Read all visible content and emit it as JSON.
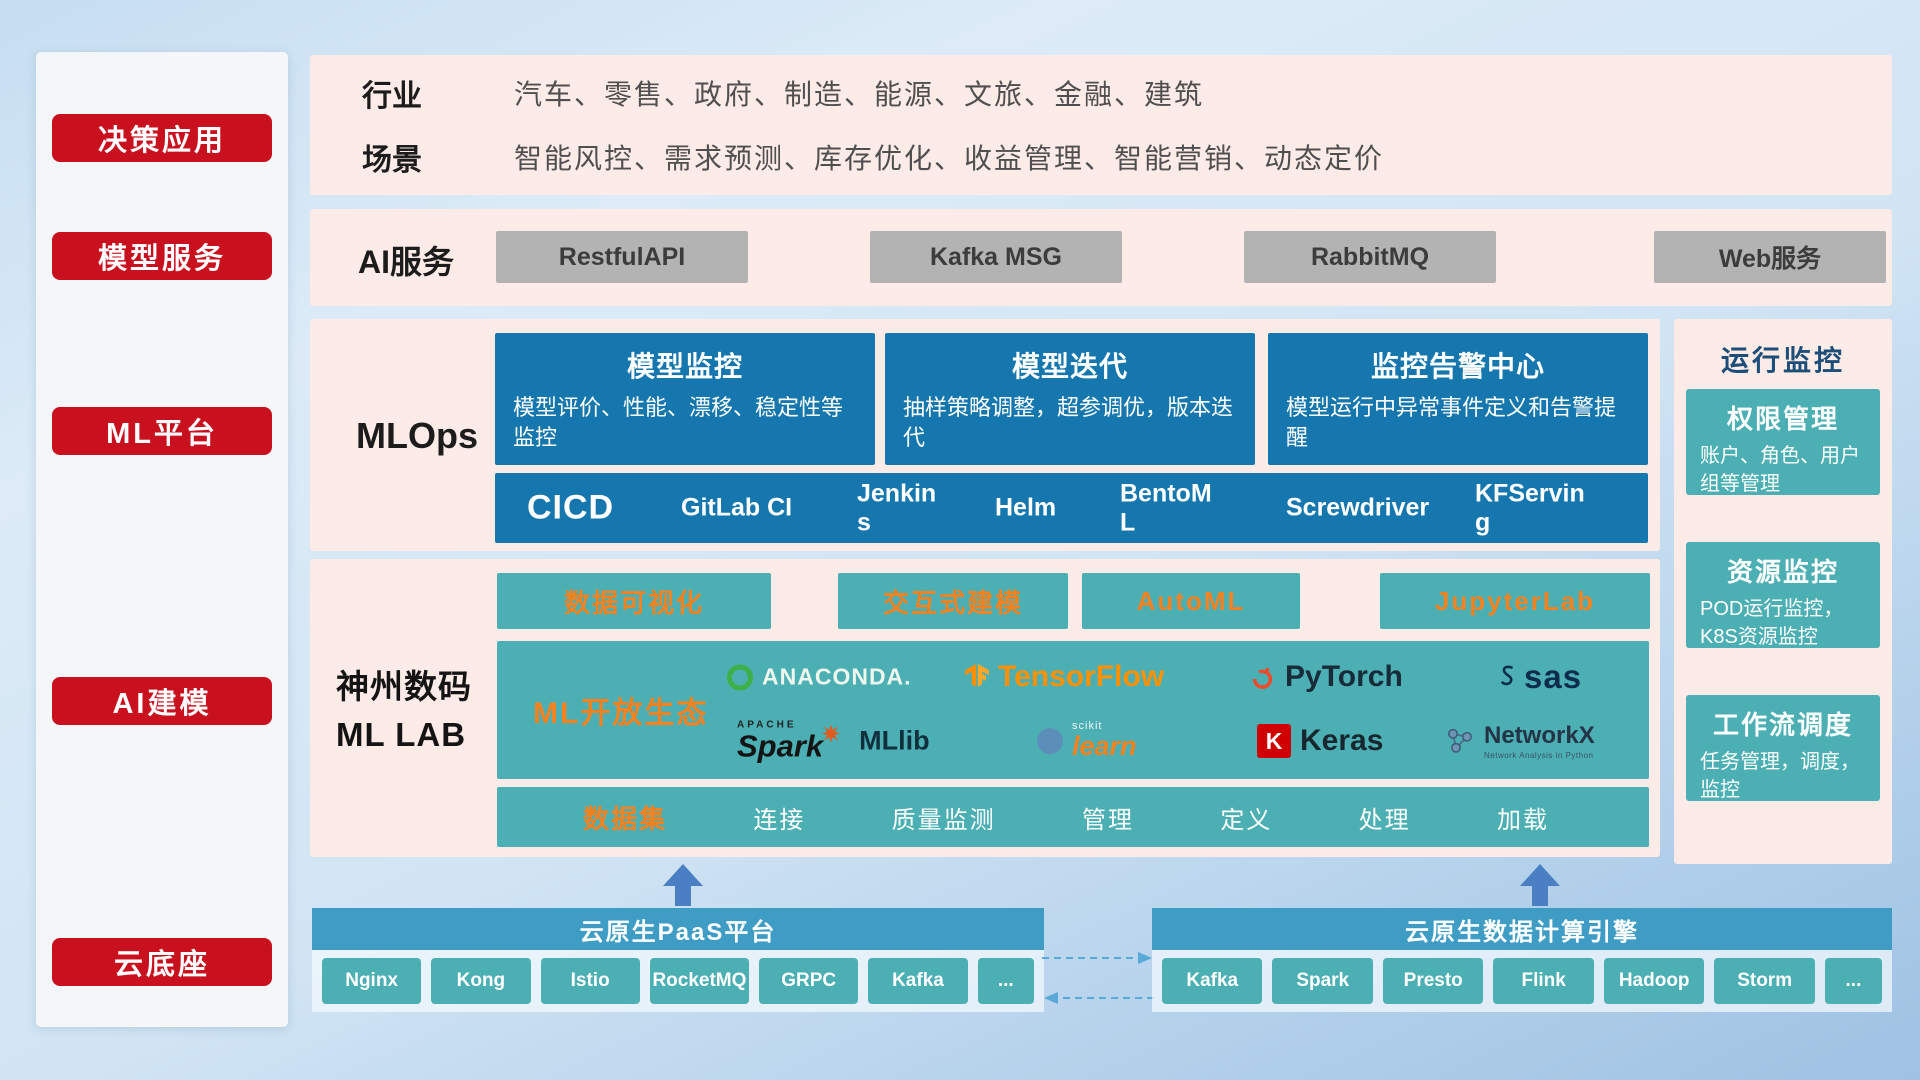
{
  "sidebar": {
    "items": [
      "决策应用",
      "模型服务",
      "ML平台",
      "AI建模",
      "云底座"
    ]
  },
  "industry": {
    "row1_label": "行业",
    "row1_text": "汽车、零售、政府、制造、能源、文旅、金融、建筑",
    "row2_label": "场景",
    "row2_text": "智能风控、需求预测、库存优化、收益管理、智能营销、动态定价"
  },
  "ai_service": {
    "label": "AI服务",
    "buttons": [
      "RestfulAPI",
      "Kafka MSG",
      "RabbitMQ",
      "Web服务"
    ]
  },
  "mlops": {
    "label": "MLOps",
    "cards": [
      {
        "title": "模型监控",
        "desc": "模型评价、性能、漂移、稳定性等监控"
      },
      {
        "title": "模型迭代",
        "desc": "抽样策略调整，超参调优，版本迭代"
      },
      {
        "title": "监控告警中心",
        "desc": "模型运行中异常事件定义和告警提醒"
      }
    ],
    "cicd_label": "CICD",
    "cicd_items": [
      "GitLab CI",
      "Jenkins",
      "Helm",
      "BentoML",
      "Screwdriver",
      "KFServing"
    ]
  },
  "monitor": {
    "title": "运行监控",
    "cards": [
      {
        "title": "权限管理",
        "desc": "账户、角色、用户组等管理"
      },
      {
        "title": "资源监控",
        "desc": "POD运行监控，K8S资源监控"
      },
      {
        "title": "工作流调度",
        "desc": "任务管理，调度，监控"
      }
    ]
  },
  "mllab": {
    "label_line1": "神州数码",
    "label_line2": "ML LAB",
    "tools": [
      "数据可视化",
      "交互式建模",
      "AutoML",
      "JupyterLab"
    ],
    "eco_label": "ML开放生态",
    "logos": {
      "anaconda": "ANACONDA.",
      "tensorflow": "TensorFlow",
      "pytorch": "PyTorch",
      "sas": "sas",
      "spark_top": "APACHE",
      "spark": "Spark",
      "mllib": "MLlib",
      "scikit_top": "scikit",
      "scikit": "learn",
      "keras_letter": "K",
      "keras": "Keras",
      "networkx": "NetworkX",
      "networkx_sub": "Network Analysis in Python"
    },
    "dataset_label": "数据集",
    "dataset_items": [
      "连接",
      "质量监测",
      "管理",
      "定义",
      "处理",
      "加载"
    ]
  },
  "cloud": {
    "paas_title": "云原生PaaS平台",
    "paas_items": [
      "Nginx",
      "Kong",
      "Istio",
      "RocketMQ",
      "GRPC",
      "Kafka",
      "..."
    ],
    "engine_title": "云原生数据计算引擎",
    "engine_items": [
      "Kafka",
      "Spark",
      "Presto",
      "Flink",
      "Hadoop",
      "Storm",
      "..."
    ]
  },
  "colors": {
    "accent_red": "#c9101e",
    "panel_pink": "#fcebe7",
    "card_blue": "#1577ae",
    "teal": "#4cafb3",
    "orange": "#f6821f",
    "cloud_blue": "#3f9dc5",
    "arrow_blue": "#4a7fc4"
  }
}
